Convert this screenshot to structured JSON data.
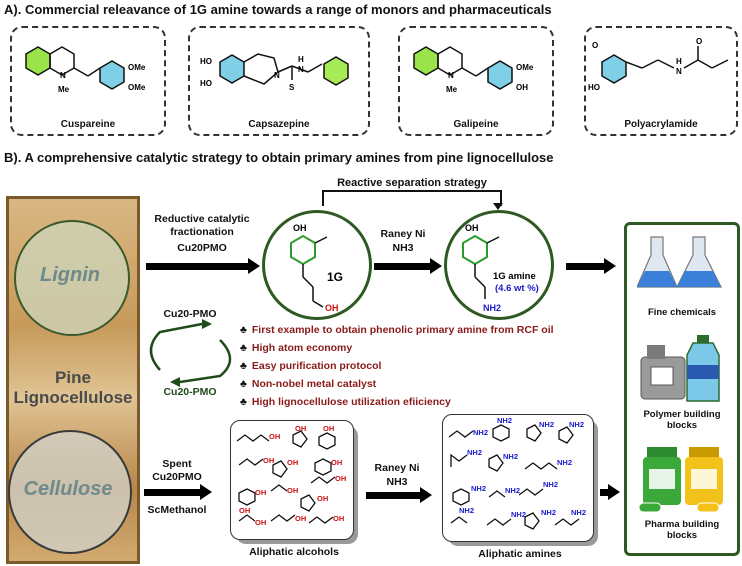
{
  "panel_a": {
    "title": "A).  Commercial releavance of 1G amine towards a range of monors and pharmaceuticals",
    "compounds": [
      {
        "name": "Cuspareine",
        "labels": [
          "N",
          "Me",
          "OMe",
          "OMe"
        ]
      },
      {
        "name": "Capsazepine",
        "labels": [
          "HO",
          "HO",
          "N",
          "S",
          "H",
          "N"
        ]
      },
      {
        "name": "Galipeine",
        "labels": [
          "N",
          "Me",
          "OMe",
          "OH"
        ]
      },
      {
        "name": "Polyacrylamide",
        "labels": [
          "O",
          "HO",
          "O",
          "H",
          "N"
        ]
      }
    ]
  },
  "panel_b": {
    "title": "B).  A comprehensive catalytic strategy to obtain primary amines from pine lignocellulose",
    "reactive_separation": "Reactive separation strategy",
    "rcf_label": [
      "Reductive catalytic",
      "fractionation",
      "Cu20PMO"
    ],
    "raney_top": [
      "Raney Ni",
      "NH3"
    ],
    "raney_bottom": [
      "Raney Ni",
      "NH3"
    ],
    "compound_1g": {
      "label": "1G",
      "oh_top": "OH",
      "oh_bottom": "OH"
    },
    "amine_1g": {
      "label": "1G amine",
      "yield": "(4.6 wt %)",
      "oh_top": "OH",
      "nh2": "NH2"
    },
    "pine": {
      "lignin": "Lignin",
      "title_line1": "Pine",
      "title_line2": "Lignocellulose",
      "cellulose": "Cellulose"
    },
    "cycle": {
      "top": "Cu20-PMO",
      "bottom": "Cu20-PMO"
    },
    "features": [
      "First example to obtain phenolic primary amine from RCF oil",
      "High atom economy",
      "Easy purification protocol",
      "Non-nobel metal catalyst",
      "High lignocellulose utilization efiiciency"
    ],
    "spent_label": [
      "Spent",
      "Cu20PMO",
      "ScMethanol"
    ],
    "alcohols_caption": "Aliphatic alcohols",
    "amines_caption": "Aliphatic amines",
    "alcohol_groups": [
      "OH",
      "OH",
      "OH",
      "OH",
      "OH",
      "OH",
      "OH",
      "OH",
      "OH",
      "OH",
      "OH",
      "OH",
      "OH",
      "OH"
    ],
    "amine_groups": [
      "NH2",
      "NH2",
      "NH2",
      "NH2",
      "NH2",
      "NH2",
      "NH2",
      "NH2",
      "NH2",
      "NH2",
      "NH2",
      "NH2",
      "NH2",
      "NH2"
    ],
    "products": [
      "Fine chemicals",
      "Polymer building blocks",
      "Pharma building blocks"
    ]
  },
  "colors": {
    "ring_green": "#2d5a22",
    "feature_red": "#8a1a1a",
    "oh_red": "#cc1111",
    "nh2_blue": "#1a1acc",
    "benzene_green": "#2e9a2e"
  }
}
